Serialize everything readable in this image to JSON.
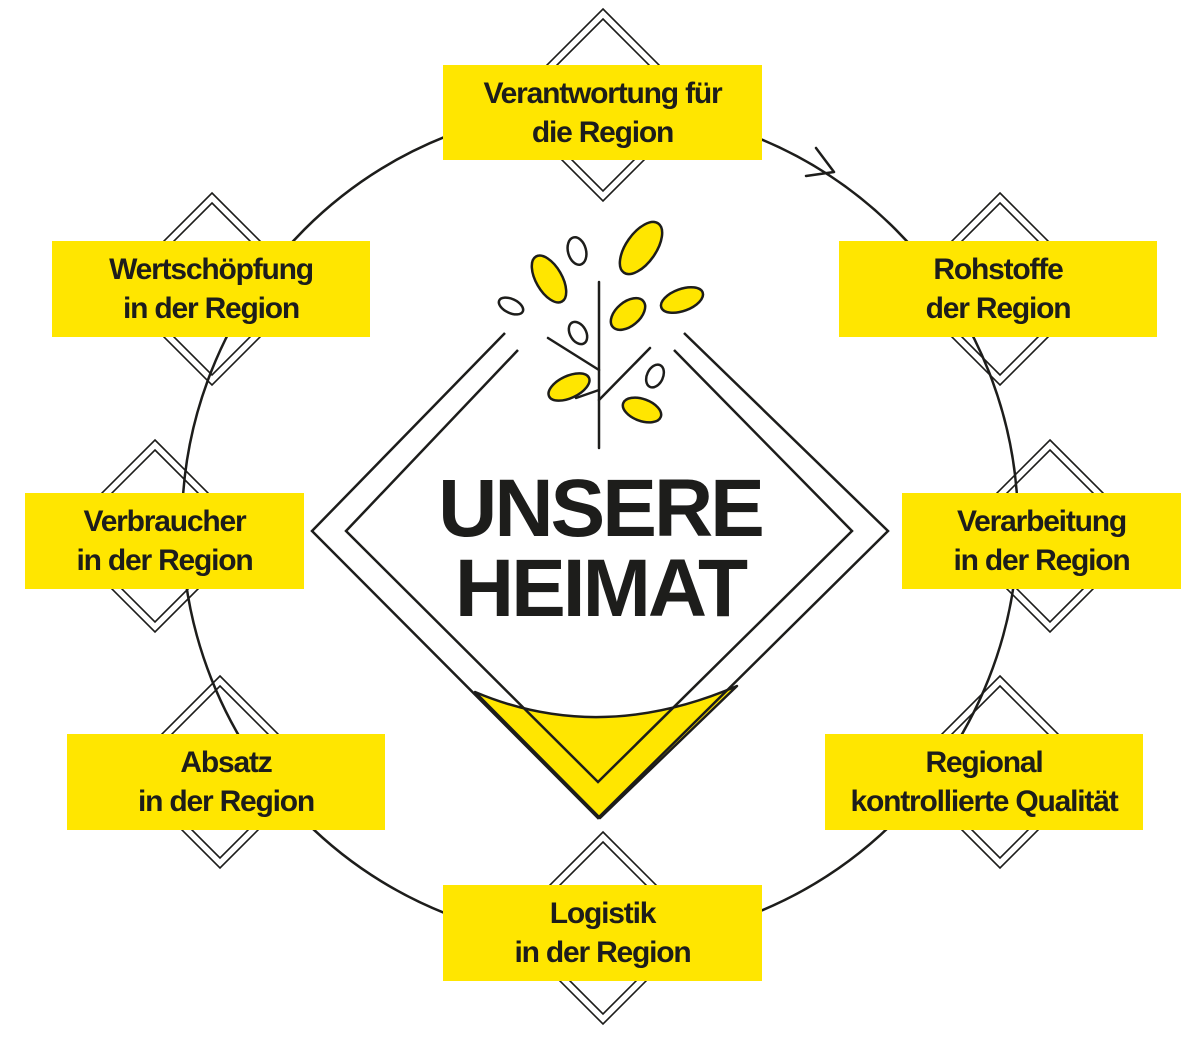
{
  "title": {
    "line1": "UNSERE",
    "line2": "HEIMAT"
  },
  "colors": {
    "accent": "#FFE600",
    "ink": "#1d1d1b"
  },
  "icons": {
    "center": "tree-icon",
    "flow": "circular-arrow-icon"
  },
  "nodes": [
    {
      "id": "verantwortung",
      "lines": [
        "Verantwortung für",
        "die Region"
      ]
    },
    {
      "id": "rohstoffe",
      "lines": [
        "Rohstoffe",
        "der Region"
      ]
    },
    {
      "id": "verarbeitung",
      "lines": [
        "Verarbeitung",
        "in der Region"
      ]
    },
    {
      "id": "qualitaet",
      "lines": [
        "Regional",
        "kontrollierte Qualität"
      ]
    },
    {
      "id": "logistik",
      "lines": [
        "Logistik",
        "in der Region"
      ]
    },
    {
      "id": "absatz",
      "lines": [
        "Absatz",
        "in der Region"
      ]
    },
    {
      "id": "verbraucher",
      "lines": [
        "Verbraucher",
        "in der Region"
      ]
    },
    {
      "id": "wertschoepfung",
      "lines": [
        "Wertschöpfung",
        "in der Region"
      ]
    }
  ]
}
